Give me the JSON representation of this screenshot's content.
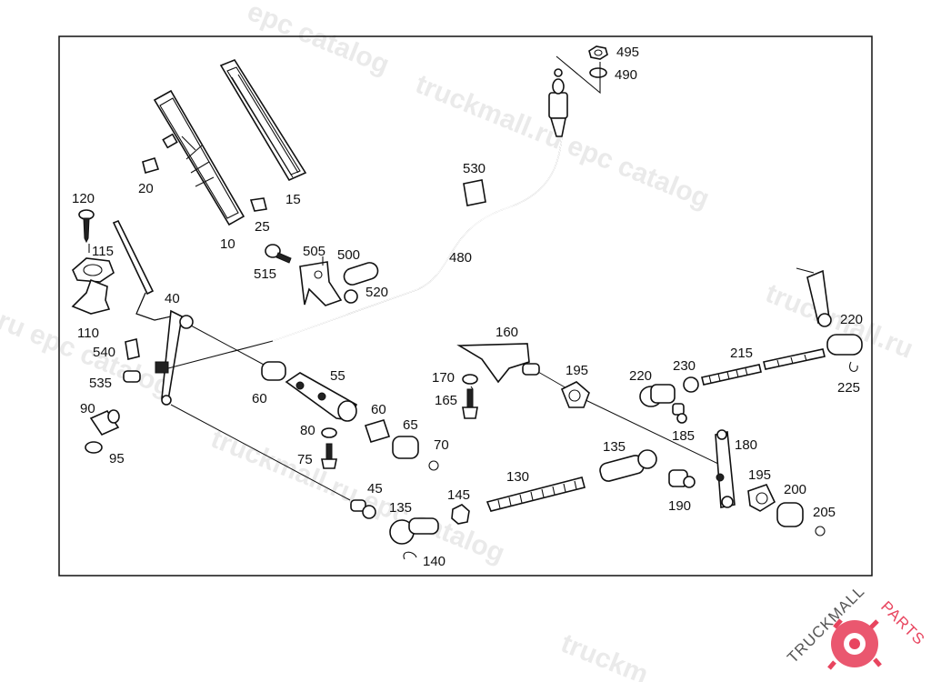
{
  "diagram": {
    "callouts": {
      "c10": "10",
      "c15": "15",
      "c20": "20",
      "c25": "25",
      "c40": "40",
      "c45": "45",
      "c55": "55",
      "c60a": "60",
      "c60b": "60",
      "c65": "65",
      "c70": "70",
      "c75": "75",
      "c80": "80",
      "c90": "90",
      "c95": "95",
      "c110": "110",
      "c115": "115",
      "c120": "120",
      "c130": "130",
      "c135a": "135",
      "c135b": "135",
      "c140": "140",
      "c145": "145",
      "c160": "160",
      "c165": "165",
      "c170": "170",
      "c180": "180",
      "c185": "185",
      "c190": "190",
      "c195a": "195",
      "c195b": "195",
      "c200": "200",
      "c205": "205",
      "c215": "215",
      "c220a": "220",
      "c220b": "220",
      "c225": "225",
      "c230": "230",
      "c480": "480",
      "c490": "490",
      "c495": "495",
      "c500": "500",
      "c505": "505",
      "c515": "515",
      "c520": "520",
      "c530": "530",
      "c535": "535",
      "c540": "540"
    }
  },
  "watermark": {
    "text": "truckmall.ru epc catalog",
    "text_short": "epc catalog",
    "text_a": "ru epc catalog",
    "text_b": "truckmall.ru",
    "text_c": "truckmall.ru ep",
    "text_d": "truckmall.ru epc catalog",
    "text_e": "truckm"
  },
  "logo": {
    "part1": "TRUCKMALL",
    "part2": "PARTS",
    "brand_color": "#e8455f"
  }
}
